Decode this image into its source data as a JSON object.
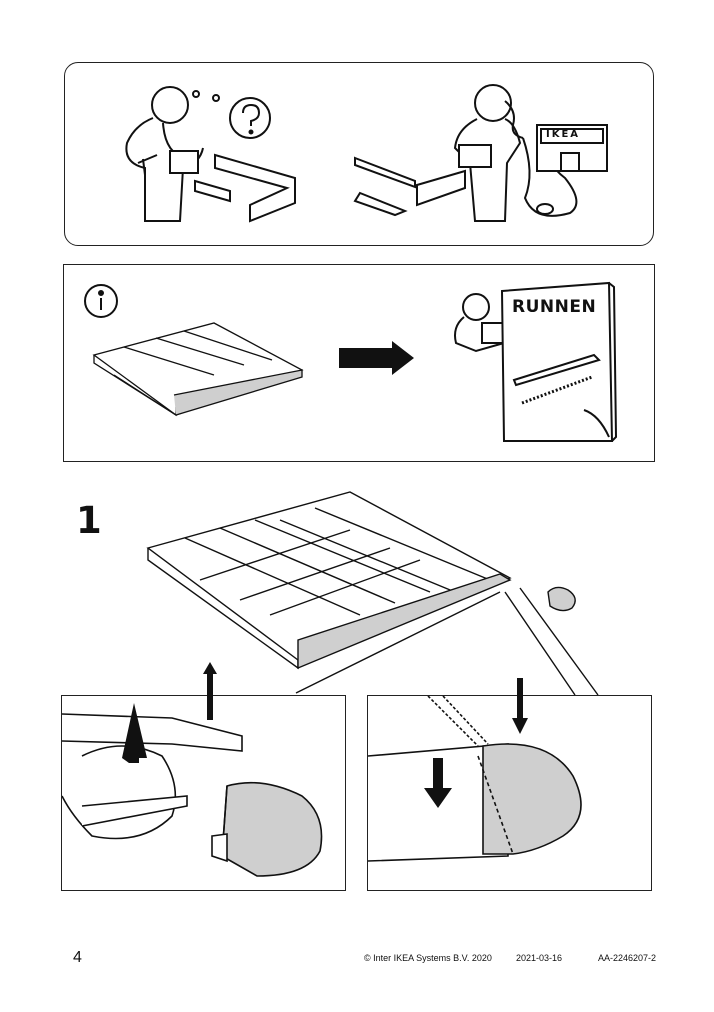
{
  "help_panel": {
    "store_sign": "IKEA"
  },
  "info_panel": {
    "booklet_title": "RUNNEN"
  },
  "step": {
    "number": "1"
  },
  "footer": {
    "page_number": "4",
    "copyright": "© Inter IKEA Systems B.V. 2020",
    "date": "2021-03-16",
    "doc_id": "AA-2246207-2"
  },
  "colors": {
    "line": "#111111",
    "part_fill": "#cfcfcf",
    "background": "#ffffff"
  }
}
